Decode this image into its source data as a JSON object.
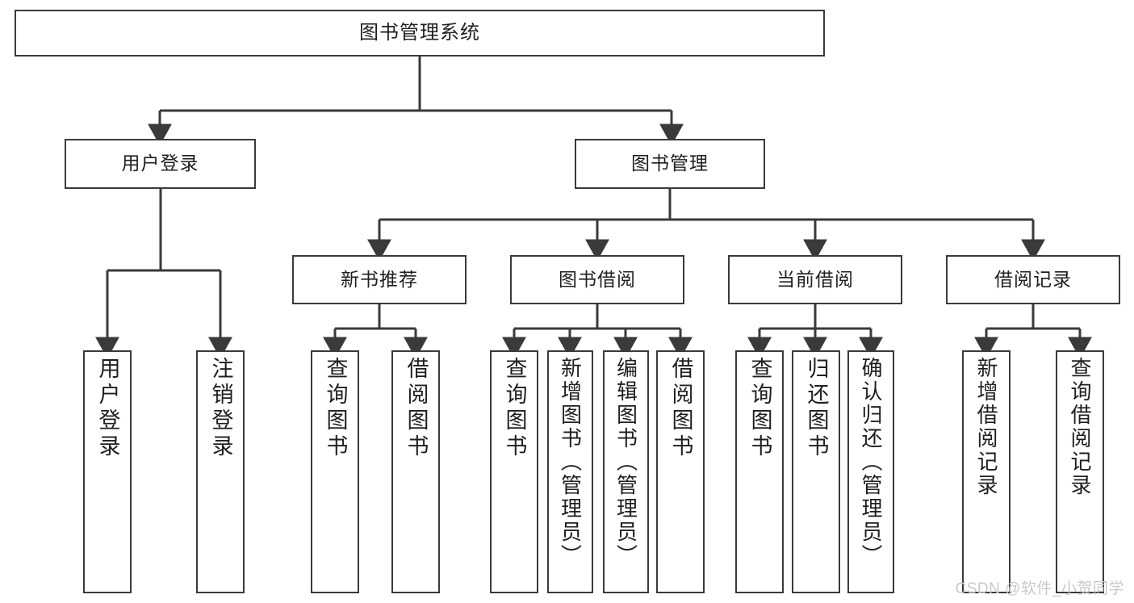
{
  "diagram": {
    "title": "图书管理系统",
    "watermark": "CSDN @软件_小贺同学",
    "colors": {
      "box_border": "#3a3a3a",
      "box_fill": "#ffffff",
      "line": "#3a3a3a",
      "text": "#1f1f1f",
      "watermark": "#c9c9c9",
      "background": "#ffffff"
    },
    "root": {
      "label": "图书管理系统"
    },
    "level2": [
      {
        "label": "用户登录"
      },
      {
        "label": "图书管理"
      }
    ],
    "level3": [
      {
        "label": "新书推荐"
      },
      {
        "label": "图书借阅"
      },
      {
        "label": "当前借阅"
      },
      {
        "label": "借阅记录"
      }
    ],
    "leaves": {
      "user_login": [
        {
          "label": "用户登录"
        },
        {
          "label": "注销登录"
        }
      ],
      "new_book_recommend": [
        {
          "label": "查询图书"
        },
        {
          "label": "借阅图书"
        }
      ],
      "book_borrow": [
        {
          "label": "查询图书"
        },
        {
          "label": "新增图书（管理员）"
        },
        {
          "label": "编辑图书（管理员）"
        },
        {
          "label": "借阅图书"
        }
      ],
      "current_borrow": [
        {
          "label": "查询图书"
        },
        {
          "label": "归还图书"
        },
        {
          "label": "确认归还（管理员）"
        }
      ],
      "borrow_record": [
        {
          "label": "新增借阅记录"
        },
        {
          "label": "查询借阅记录"
        }
      ]
    }
  }
}
